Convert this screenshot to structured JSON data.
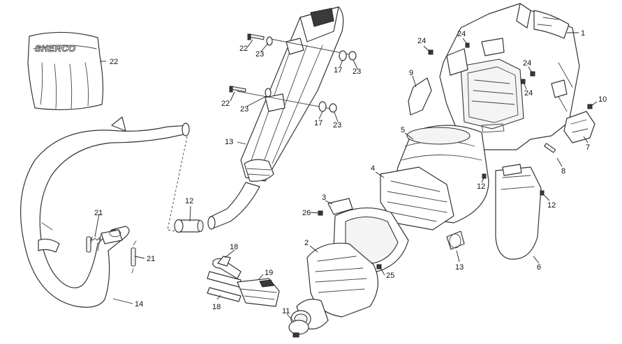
{
  "brand_label": "SHERCO",
  "callouts": {
    "c1": "1",
    "c2": "2",
    "c3": "3",
    "c4": "4",
    "c5": "5",
    "c6": "6",
    "c7": "7",
    "c8": "8",
    "c9": "9",
    "c10": "10",
    "c11": "11",
    "c12a": "12",
    "c12b": "12",
    "c12c": "12",
    "c13a": "13",
    "c13b": "13",
    "c14": "14",
    "c17a": "17",
    "c17b": "17",
    "c18a": "18",
    "c18b": "18",
    "c19": "19",
    "c21a": "21",
    "c21b": "21",
    "c22a": "22",
    "c22b": "22",
    "c22c": "22",
    "c23a": "23",
    "c23b": "23",
    "c23c": "23",
    "c23d": "23",
    "c24a": "24",
    "c24b": "24",
    "c24c": "24",
    "c24d": "24",
    "c25": "25",
    "c26": "26"
  }
}
